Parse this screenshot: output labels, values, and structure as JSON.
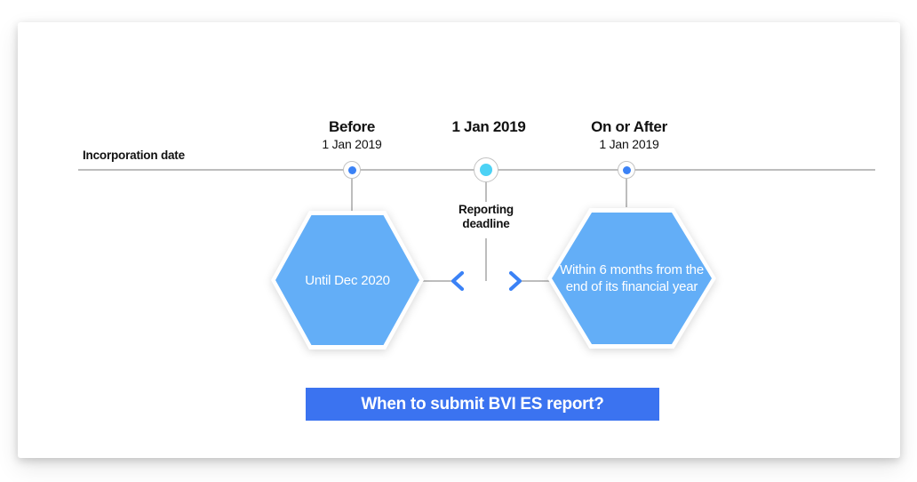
{
  "card": {
    "axis_caption": "Incorporation date"
  },
  "timeline": {
    "milestones": [
      {
        "title": "Before",
        "subtitle": "1 Jan 2019",
        "marker": "marker-dot-blue"
      },
      {
        "title": "1 Jan 2019",
        "subtitle": "",
        "marker": "marker-dot-cyan"
      },
      {
        "title": "On or After",
        "subtitle": "1 Jan 2019",
        "marker": "marker-dot-blue"
      }
    ],
    "deadline_label": "Reporting\ndeadline",
    "deadline_label_line1": "Reporting",
    "deadline_label_line2": "deadline"
  },
  "nodes": [
    {
      "id": "hex-left",
      "text": "Until Dec 2020"
    },
    {
      "id": "hex-right",
      "text": "Within 6 months from the end of its financial year"
    }
  ],
  "banner": {
    "text": "When to submit BVI ES report?"
  },
  "icons": {
    "chevron_left": "chevron-left-icon",
    "chevron_right": "chevron-right-icon"
  },
  "colors": {
    "accent_blue": "#3b82f6",
    "hex_fill": "#63aef7",
    "banner_blue": "#3b73f0",
    "marker_cyan": "#4cd2f5",
    "line_grey": "#bdbdbd",
    "text_dark": "#111111",
    "card_bg": "#ffffff"
  }
}
